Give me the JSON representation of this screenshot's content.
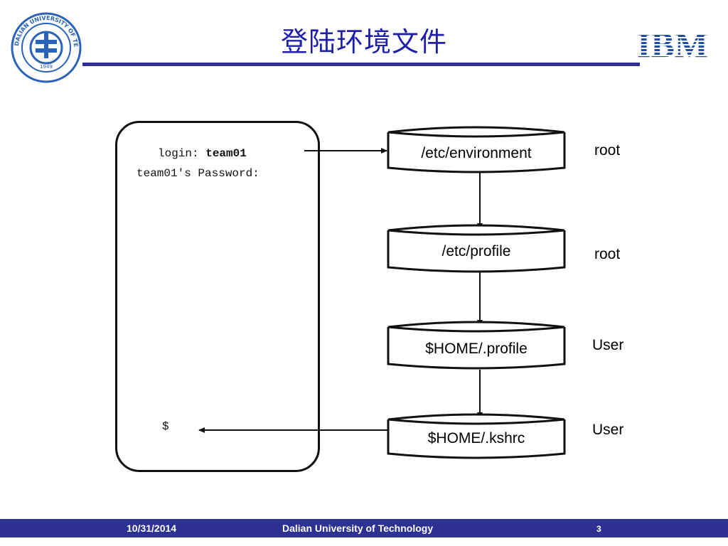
{
  "header": {
    "title": "登陆环境文件",
    "logo_left_text": "DALIAN UNIVERSITY OF TECHNOLOGY",
    "logo_left_year": "1949",
    "logo_right_text": "IBM",
    "brand_color": "#2e3192"
  },
  "terminal": {
    "login_prefix": "login: ",
    "login_user": "team01",
    "password_prompt": "team01's Password:",
    "shell_prompt": "$"
  },
  "files": [
    {
      "name": "/etc/environment",
      "role": "root"
    },
    {
      "name": "/etc/profile",
      "role": "root"
    },
    {
      "name": "$HOME/.profile",
      "role": "User"
    },
    {
      "name": "$HOME/.kshrc",
      "role": "User"
    }
  ],
  "footer": {
    "date": "10/31/2014",
    "org": "Dalian University of Technology",
    "page": "3"
  }
}
